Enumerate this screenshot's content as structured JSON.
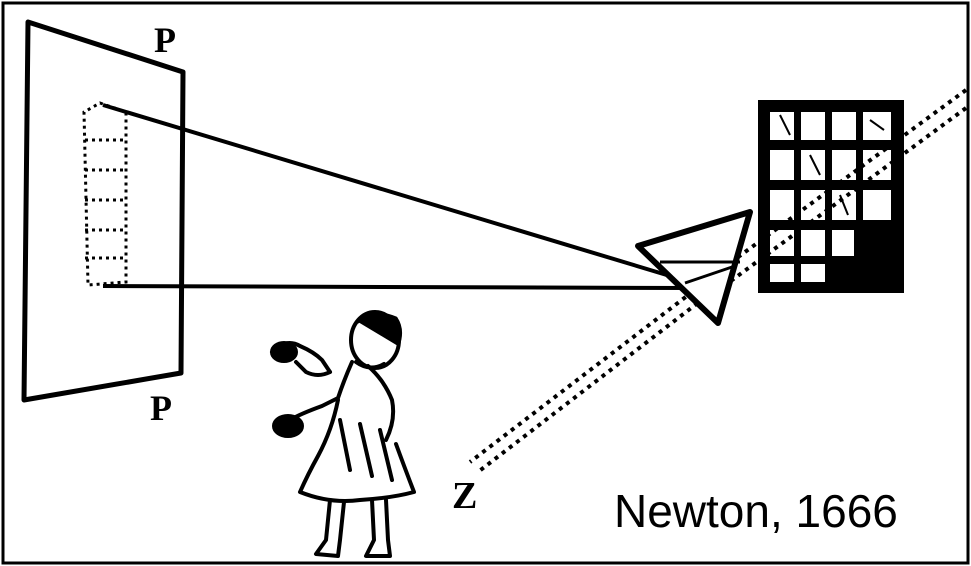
{
  "labels": {
    "screen_top": "P",
    "screen_bottom": "P",
    "ray_end": "Z"
  },
  "caption": "Newton, 1666",
  "colors": {
    "ink": "#000000",
    "paper": "#ffffff"
  }
}
